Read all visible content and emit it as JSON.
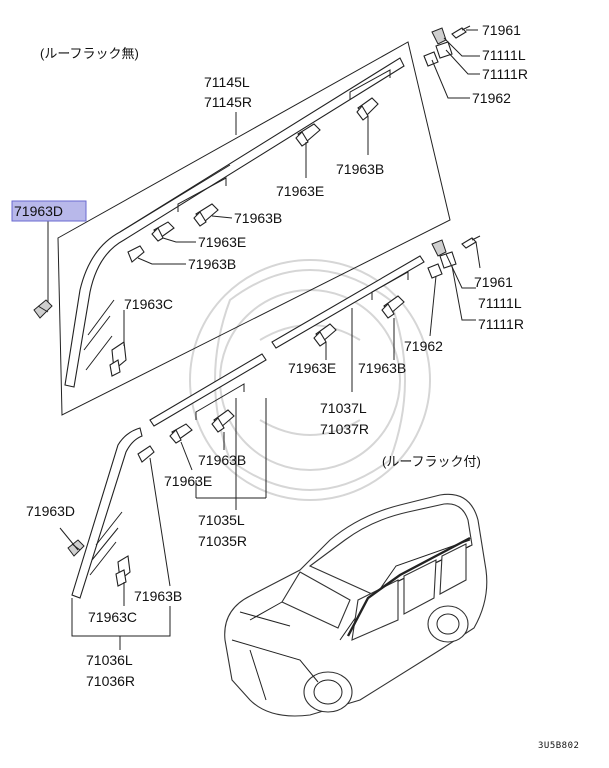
{
  "notes": {
    "without_roof_rack": "(ルーフラック無)",
    "with_roof_rack": "(ルーフラック付)",
    "diagram_code": "3U5B802"
  },
  "highlight_color": "#b8b8ea",
  "labels": {
    "p71961_a": "71961",
    "p71111L_a": "71111L",
    "p71111R_a": "71111R",
    "p71962_a": "71962",
    "p71145L": "71145L",
    "p71145R": "71145R",
    "p71963B_a": "71963B",
    "p71963E_a": "71963E",
    "p71963B_b": "71963B",
    "p71963E_b": "71963E",
    "p71963B_c": "71963B",
    "p71963D_a": "71963D",
    "p71963C_a": "71963C",
    "p71961_b": "71961",
    "p71111L_b": "71111L",
    "p71111R_b": "71111R",
    "p71962_b": "71962",
    "p71963E_c": "71963E",
    "p71963B_d": "71963B",
    "p71037L": "71037L",
    "p71037R": "71037R",
    "p71963B_e": "71963B",
    "p71963E_d": "71963E",
    "p71035L": "71035L",
    "p71035R": "71035R",
    "p71963D_b": "71963D",
    "p71963B_f": "71963B",
    "p71963C_b": "71963C",
    "p71036L": "71036L",
    "p71036R": "71036R"
  }
}
